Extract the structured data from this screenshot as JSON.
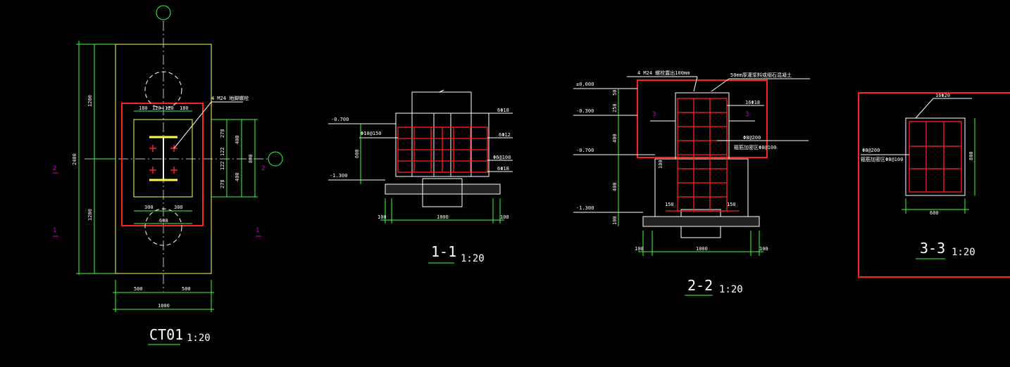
{
  "colors": {
    "background": "#000000",
    "outline": "#ffff40",
    "dimension": "#40ff40",
    "rebar": "#ff2020",
    "text": "#ffffff",
    "section_mark": "#d000d0",
    "grid": "#c0c0c0"
  },
  "ct01": {
    "title": "CT01",
    "scale": "1:20",
    "dim_total_height": "2400",
    "dim_upper": "1200",
    "dim_lower": "1200",
    "dim_bottom_left": "500",
    "dim_bottom_right": "500",
    "dim_bottom_total": "1000",
    "dim_top_a": "180",
    "dim_top_b": "120",
    "dim_top_c": "120",
    "dim_top_d": "180",
    "dim_inner_left": "300",
    "dim_inner_right": "300",
    "dim_inner_total": "600",
    "dim_right_a": "278",
    "dim_right_b": "122",
    "dim_right_c": "122",
    "dim_right_d": "278",
    "dim_right_e": "400",
    "dim_right_f": "400",
    "dim_right_g": "800",
    "bolt_note": "4 M24 地脚螺栓",
    "mark_2_left": "2",
    "mark_2_right": "2",
    "mark_1_left": "1",
    "mark_1_right": "1"
  },
  "section_1_1": {
    "title": "1-1",
    "scale": "1:20",
    "level_a": "-0.700",
    "level_b": "-1.300",
    "rebar_left": "Φ10@150",
    "rebar_1": "6Φ18",
    "rebar_2": "6Φ12",
    "rebar_3": "Φ6@100",
    "rebar_4": "6Φ18",
    "dim_height": "600",
    "dim_left": "100",
    "dim_mid": "1000",
    "dim_right": "100"
  },
  "section_2_2": {
    "title": "2-2",
    "scale": "1:20",
    "level_a": "±0.000",
    "level_b": "-0.300",
    "level_c": "-0.700",
    "level_d": "-1.300",
    "note_bolt": "4 M24 螺栓露出100mm",
    "note_grout": "50mm厚灌浆料或细石混凝土",
    "rebar_top": "16Φ18",
    "rebar_stirrup": "Φ8@200",
    "rebar_stirrup_note": "箍筋加密区Φ8@100",
    "mark_3_left": "3",
    "mark_3_right": "3",
    "dim_a": "50",
    "dim_b": "250",
    "dim_c": "400",
    "dim_d": "400",
    "dim_e": "100",
    "dim_f": "100",
    "dim_150_left": "150",
    "dim_150_right": "150",
    "dim_left": "100",
    "dim_mid": "1000",
    "dim_right": "100"
  },
  "section_3_3": {
    "title": "3-3",
    "scale": "1:20",
    "rebar_top": "16Φ20",
    "rebar_left": "Φ8@200",
    "rebar_left_note": "箍筋加密区Φ8@100",
    "dim_height": "800",
    "dim_width": "600"
  }
}
